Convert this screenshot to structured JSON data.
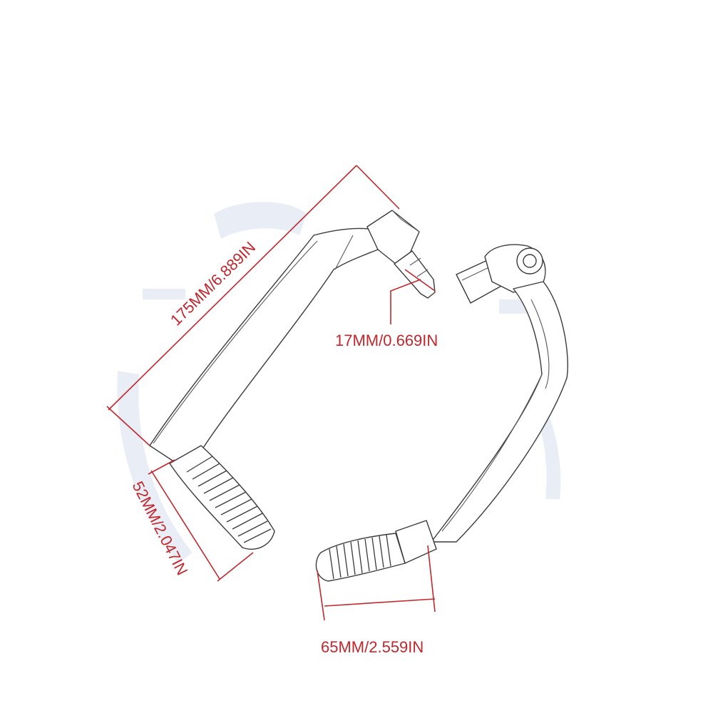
{
  "dimensions": {
    "overall_length": "175MM/6.889IN",
    "mount_diameter": "17MM/0.669IN",
    "grip_length": "52MM/2.047IN",
    "grip_width": "65MM/2.559IN"
  },
  "colors": {
    "dimension": "#c0282d",
    "outline": "#3a3a3a",
    "watermark": "#e9eef6"
  }
}
